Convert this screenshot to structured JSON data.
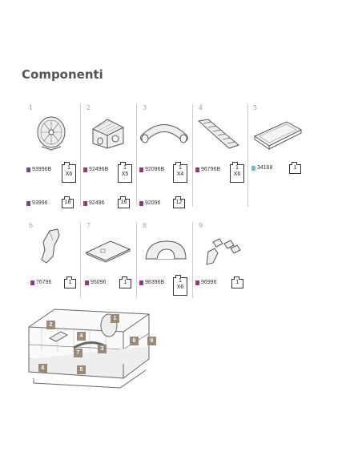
{
  "title": "Componenti",
  "items": [
    {
      "num": "1",
      "code": "93996B",
      "qty_box": "1",
      "qty_pack": "X6",
      "code2": "93996",
      "qty2": "18"
    },
    {
      "num": "2",
      "code": "92496B",
      "qty_box": "1",
      "qty_pack": "X5",
      "code2": "92496",
      "qty2": "16"
    },
    {
      "num": "3",
      "code": "92096B",
      "qty_box": "1",
      "qty_pack": "X4",
      "code2": "92096",
      "qty2": "12"
    },
    {
      "num": "4",
      "code": "96796B",
      "qty_box": "1",
      "qty_pack": "X6"
    },
    {
      "num": "5",
      "code": "34168",
      "qty_box": "1"
    },
    {
      "num": "6",
      "code": "76796",
      "qty_box": "1"
    },
    {
      "num": "7",
      "code": "95096",
      "qty_box": "1"
    },
    {
      "num": "8",
      "code": "98396B",
      "qty_box": "1",
      "qty_pack": "X6"
    },
    {
      "num": "9",
      "code": "96996",
      "qty_box": "1"
    }
  ],
  "diagram_badges": [
    "2",
    "1",
    "4",
    "3",
    "7",
    "6",
    "9",
    "6",
    "5"
  ],
  "colors": {
    "swatch_multicolor": [
      "#d9343a",
      "#3a57a5",
      "#8b3c8f"
    ],
    "swatch_blue": "#7fb3d5",
    "badge": "#9a8a7a"
  }
}
